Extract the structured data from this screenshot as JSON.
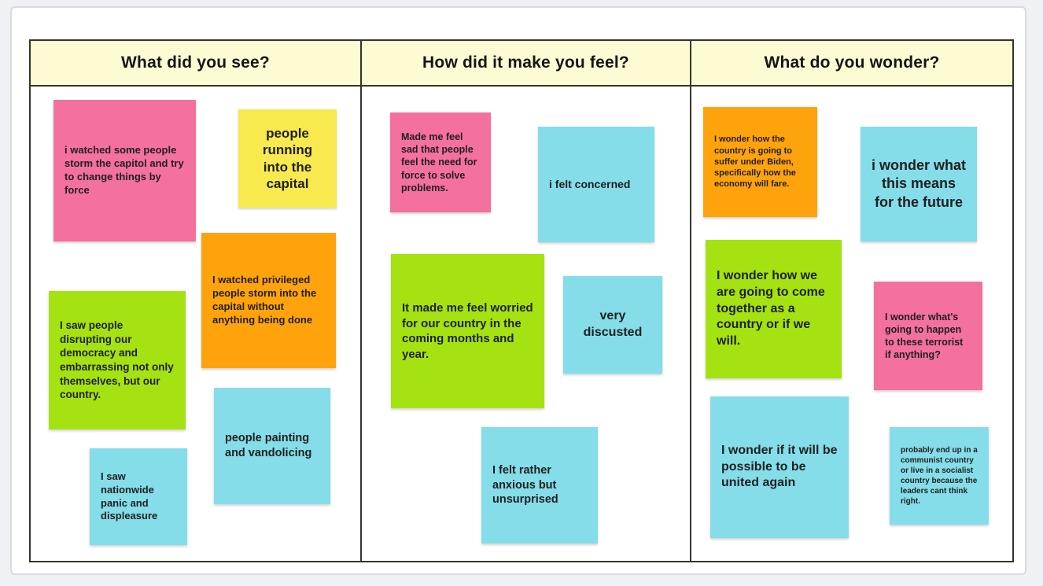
{
  "palette": {
    "page_bg": "#f0f1f4",
    "card_bg": "#ffffff",
    "card_border": "#d9dbde",
    "board_border": "#35342c",
    "header_bg": "#fdfbd4",
    "note_text": "#1f1f1f",
    "note_colors": {
      "pink": "#f4709f",
      "yellow": "#f8e94e",
      "orange": "#ffa30c",
      "green": "#a5e211",
      "cyan": "#84dde9"
    }
  },
  "columns": [
    {
      "header": "What did you see?",
      "notes": [
        {
          "color": "pink",
          "text": "i watched some people storm the capitol and try to change things by force"
        },
        {
          "color": "yellow",
          "text": "people running into the capital"
        },
        {
          "color": "orange",
          "text": "I watched privileged people storm into the capital without anything being done"
        },
        {
          "color": "green",
          "text": "I saw people disrupting our democracy and embarrassing not only themselves, but our country."
        },
        {
          "color": "cyan",
          "text": "people painting and vandolicing"
        },
        {
          "color": "cyan",
          "text": "I saw nationwide panic and displeasure"
        }
      ]
    },
    {
      "header": "How did it make you feel?",
      "notes": [
        {
          "color": "pink",
          "text": "Made me feel sad that people feel the need for force to solve problems."
        },
        {
          "color": "cyan",
          "text": "i felt concerned"
        },
        {
          "color": "green",
          "text": "It made me feel worried for our country in the coming months and year."
        },
        {
          "color": "cyan",
          "text": "very discusted"
        },
        {
          "color": "cyan",
          "text": "I felt rather anxious but unsurprised"
        }
      ]
    },
    {
      "header": "What do you wonder?",
      "notes": [
        {
          "color": "orange",
          "text": "I wonder how the country is going to suffer under Biden, specifically how the economy will fare."
        },
        {
          "color": "cyan",
          "text": "i wonder what this means for the future"
        },
        {
          "color": "green",
          "text": "I wonder how we are going to come together as a country or if we will."
        },
        {
          "color": "pink",
          "text": "I wonder what's going to happen to these terrorist if anything?"
        },
        {
          "color": "cyan",
          "text": "I wonder if it will be possible to be united again"
        },
        {
          "color": "cyan",
          "text": "probably end up in a communist country or live in a socialist country because the leaders cant think right."
        }
      ]
    }
  ]
}
